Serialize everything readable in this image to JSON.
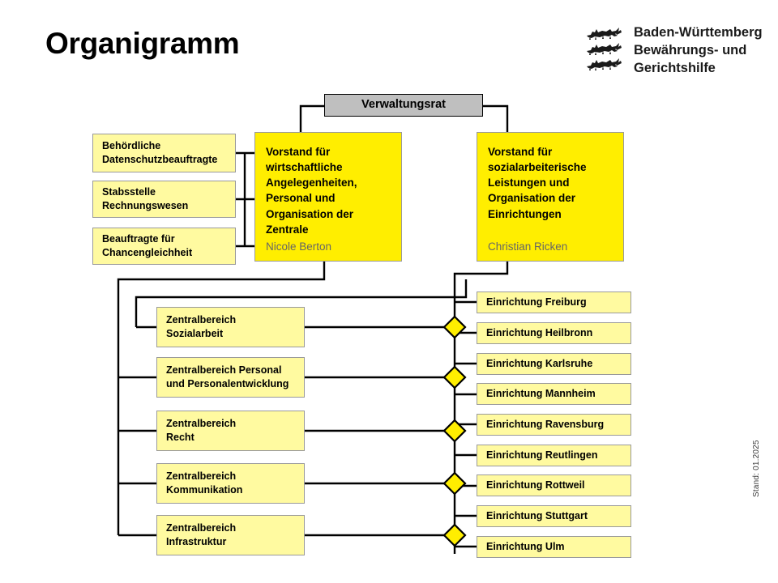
{
  "header": {
    "title": "Organigramm",
    "brand": {
      "logo_icon": "baden-wuerttemberg-three-lions-icon",
      "line1": "Baden-Württemberg",
      "line2": "Bewährungs- und",
      "line3": "Gerichtshilfe"
    }
  },
  "colors": {
    "executive_yellow": "#ffee00",
    "unit_yellow": "#fffaa0",
    "board_gray": "#bfbfbf",
    "connector_black": "#000000",
    "person_gray": "#666666",
    "border_gray": "#9a9a9a"
  },
  "board": {
    "label": "Verwaltungsrat"
  },
  "executives": [
    {
      "title": "Vorstand für\nwirtschaftliche\nAngelegenheiten,\nPersonal und\nOrganisation der\nZentrale",
      "person": "Nicole Berton"
    },
    {
      "title": "Vorstand für\nsozialarbeiterische\nLeistungen und\nOrganisation der\nEinrichtungen",
      "person": "Christian Ricken"
    }
  ],
  "staff_units": [
    {
      "label": "Behördliche\nDatenschutzbeauftragte"
    },
    {
      "label": "Stabsstelle\nRechnungswesen"
    },
    {
      "label": "Beauftragte für\nChancengleichheit"
    }
  ],
  "central_divisions": [
    {
      "label": "Zentralbereich\nSozialarbeit"
    },
    {
      "label": "Zentralbereich Personal\nund Personalentwicklung"
    },
    {
      "label": "Zentralbereich\nRecht"
    },
    {
      "label": "Zentralbereich\nKommunikation"
    },
    {
      "label": "Zentralbereich\nInfrastruktur"
    }
  ],
  "facilities": [
    {
      "label": "Einrichtung Freiburg"
    },
    {
      "label": "Einrichtung Heilbronn"
    },
    {
      "label": "Einrichtung Karlsruhe"
    },
    {
      "label": "Einrichtung Mannheim"
    },
    {
      "label": "Einrichtung Ravensburg"
    },
    {
      "label": "Einrichtung Reutlingen"
    },
    {
      "label": "Einrichtung Rottweil"
    },
    {
      "label": "Einrichtung Stuttgart"
    },
    {
      "label": "Einrichtung Ulm"
    }
  ],
  "footer": {
    "revision": "Stand: 01.2025"
  }
}
